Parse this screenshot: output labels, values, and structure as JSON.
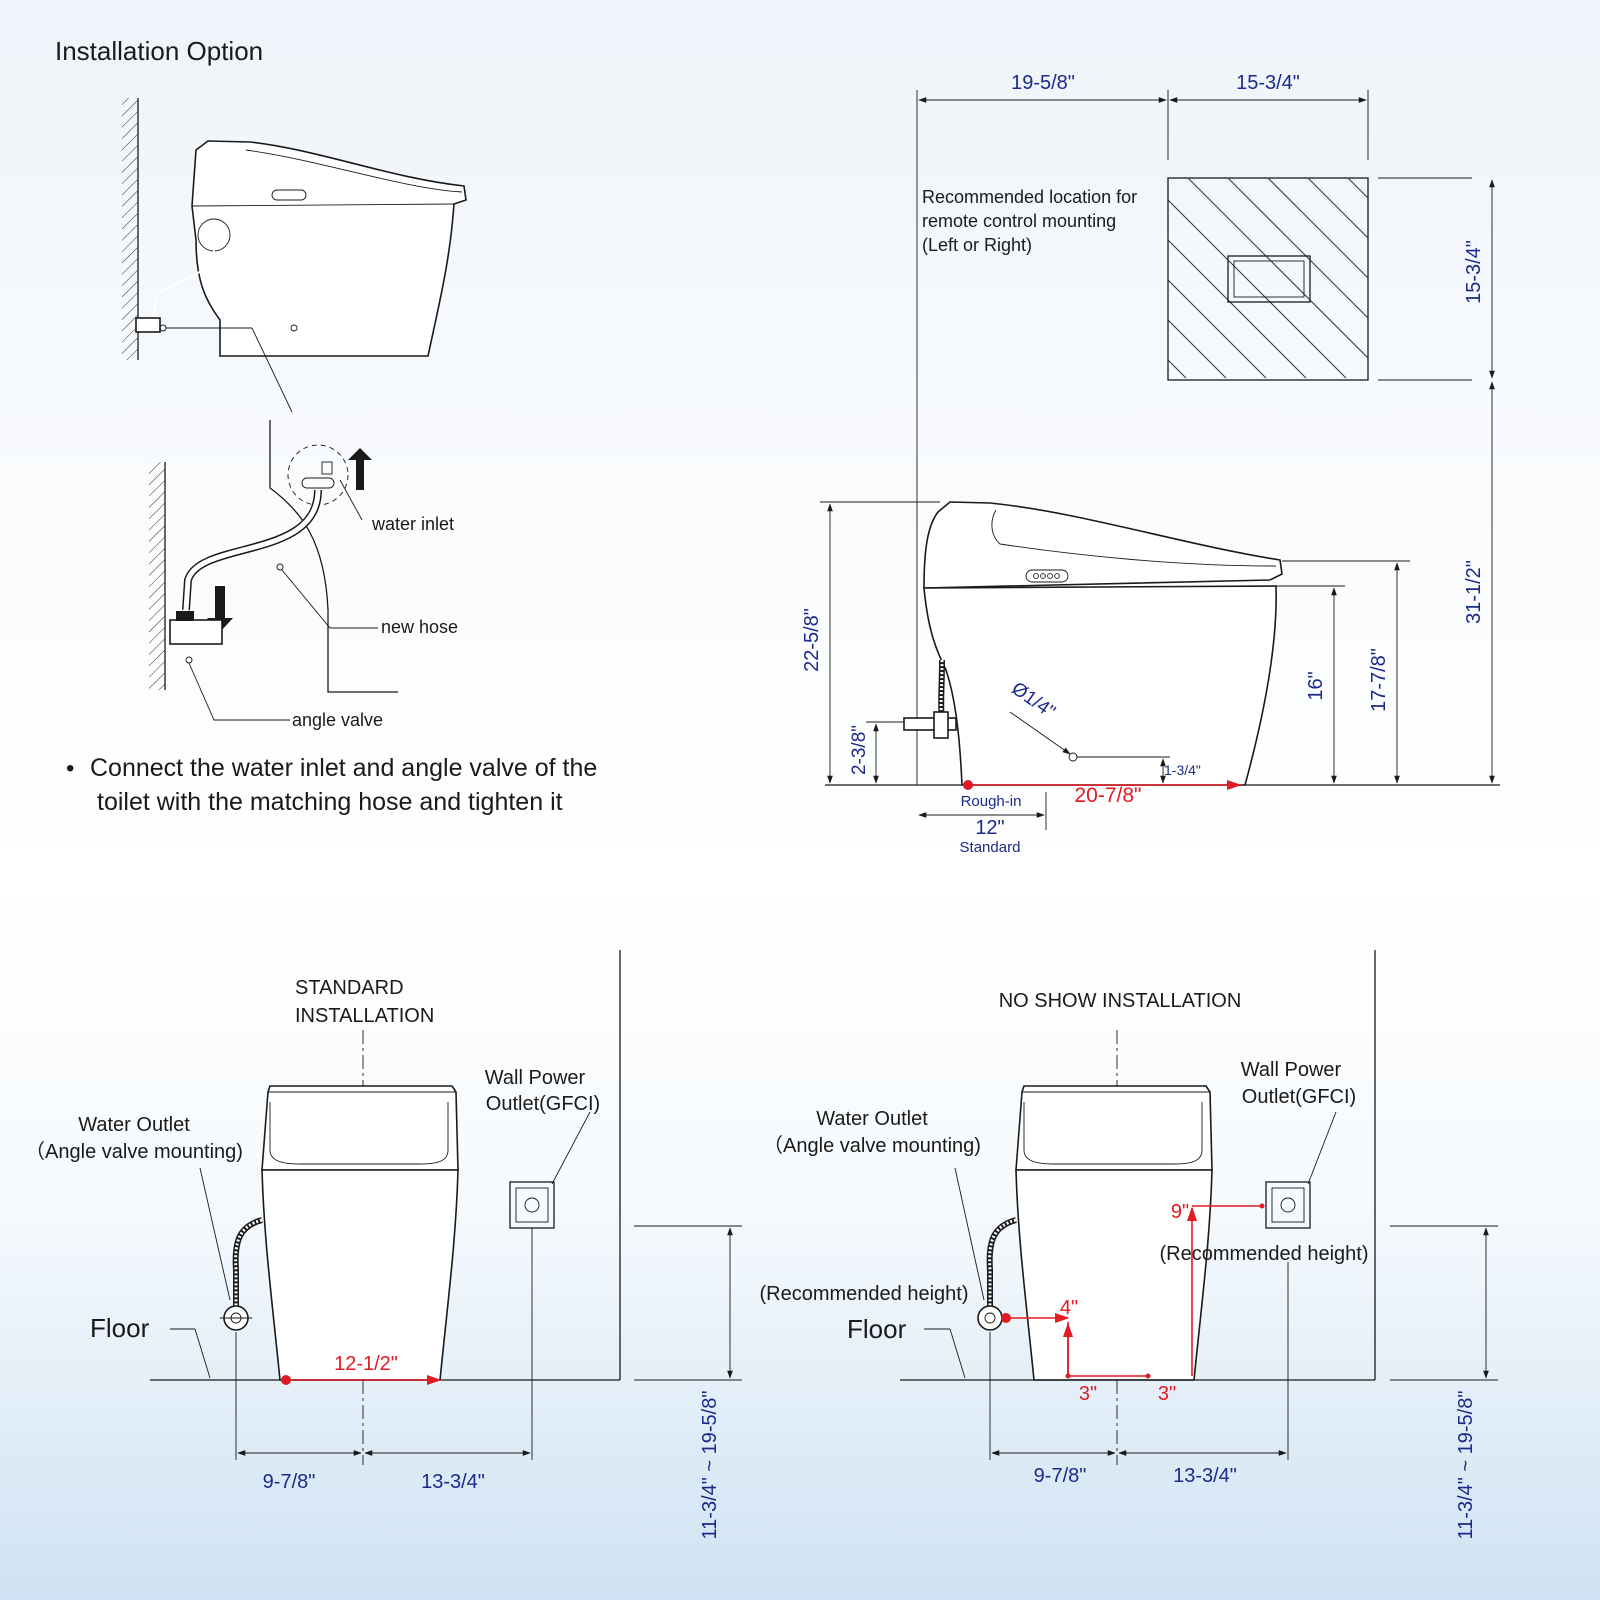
{
  "page_title": "Installation Option",
  "hose_detail": {
    "water_inlet": "water inlet",
    "new_hose": "new hose",
    "angle_valve": "angle valve",
    "bullet": "•",
    "instruction_line1": "Connect the water inlet and angle valve of the",
    "instruction_line2": "toilet with the matching hose and tighten it"
  },
  "side_view": {
    "dim_top_left": "19-5/8\"",
    "dim_top_right": "15-3/4\"",
    "remote_note_line1": "Recommended location for",
    "remote_note_line2": "remote control mounting",
    "remote_note_line3": "(Left or Right)",
    "dim_remote_height": "15-3/4\"",
    "dim_total_height": "31-1/2\"",
    "dim_overall_height": "22-5/8\"",
    "dim_seat_height": "17-7/8\"",
    "dim_bowl_height": "16\"",
    "dim_valve_height": "2-3/8\"",
    "dim_drain_diameter": "Ø1/4\"",
    "dim_drain_offset": "1-3/4\"",
    "dim_length": "20-7/8\"",
    "rough_in_label": "Rough-in",
    "rough_in_value": "12\"",
    "rough_in_standard": "Standard"
  },
  "standard_installation": {
    "title_line1": "STANDARD",
    "title_line2": "INSTALLATION",
    "water_outlet_line1": "Water Outlet",
    "water_outlet_line2": "（Angle valve mounting)",
    "power_outlet_line1": "Wall Power",
    "power_outlet_line2": "Outlet(GFCI)",
    "floor": "Floor",
    "dim_width": "12-1/2\"",
    "dim_left": "9-7/8\"",
    "dim_right": "13-3/4\"",
    "dim_outlet_height": "11-3/4\" ~ 19-5/8\""
  },
  "no_show_installation": {
    "title": "NO SHOW INSTALLATION",
    "water_outlet_line1": "Water Outlet",
    "water_outlet_line2": "（Angle valve mounting)",
    "power_outlet_line1": "Wall Power",
    "power_outlet_line2": "Outlet(GFCI)",
    "recommended_height_right": "(Recommended height)",
    "recommended_height_left": "(Recommended height)",
    "floor": "Floor",
    "dim_valve_up": "4\"",
    "dim_outlet_up": "9\"",
    "dim_inset_left": "3\"",
    "dim_inset_right": "3\"",
    "dim_left": "9-7/8\"",
    "dim_right": "13-3/4\"",
    "dim_outlet_height": "11-3/4\" ~ 19-5/8\""
  },
  "colors": {
    "dimension_blue": "#1b2a8a",
    "highlight_red": "#e01b24",
    "line_black": "#1a1a1a"
  }
}
